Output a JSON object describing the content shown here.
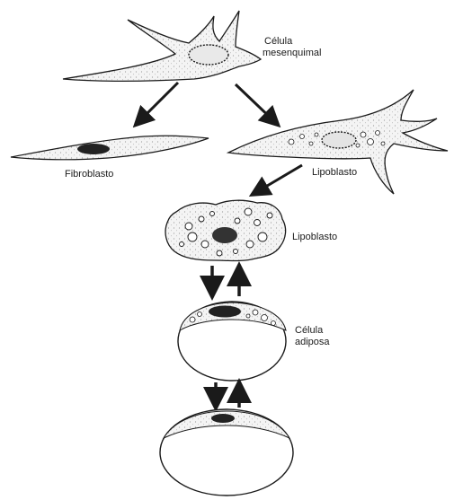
{
  "labels": {
    "mesenchymal_line1": "Célula",
    "mesenchymal_line2": "mesenquimal",
    "fibroblast": "Fibroblasto",
    "lipoblast_upper": "Lipoblasto",
    "lipoblast_lower": "Lipoblasto",
    "adipose_line1": "Célula",
    "adipose_line2": "adiposa"
  },
  "colors": {
    "ink": "#1a1a1a",
    "cytoplasm": "#f3f3f3",
    "nucleus": "#222222",
    "background": "#ffffff"
  }
}
